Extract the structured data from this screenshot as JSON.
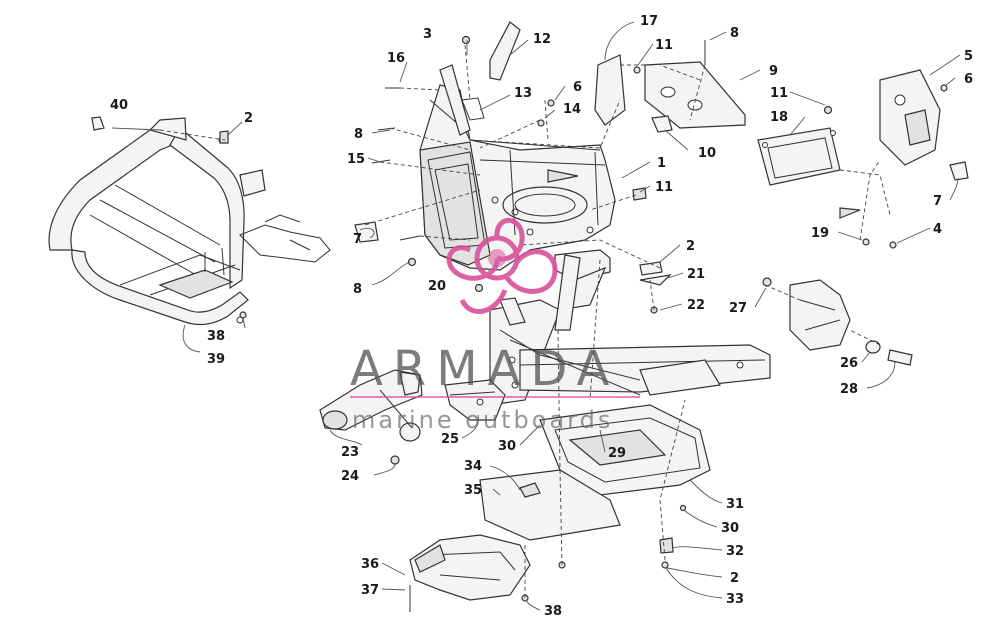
{
  "watermark": {
    "word": "ARMADA",
    "subtitle": "marine outboards",
    "logo_color": "#d9519a",
    "text_color": "#555555"
  },
  "callouts": [
    {
      "id": "40",
      "label": "40"
    },
    {
      "id": "2a",
      "label": "2"
    },
    {
      "id": "38a",
      "label": "38"
    },
    {
      "id": "39",
      "label": "39"
    },
    {
      "id": "3",
      "label": "3"
    },
    {
      "id": "16",
      "label": "16"
    },
    {
      "id": "12",
      "label": "12"
    },
    {
      "id": "13",
      "label": "13"
    },
    {
      "id": "6a",
      "label": "6"
    },
    {
      "id": "14",
      "label": "14"
    },
    {
      "id": "8a",
      "label": "8"
    },
    {
      "id": "15",
      "label": "15"
    },
    {
      "id": "7a",
      "label": "7"
    },
    {
      "id": "8b",
      "label": "8"
    },
    {
      "id": "20",
      "label": "20"
    },
    {
      "id": "17",
      "label": "17"
    },
    {
      "id": "11a",
      "label": "11"
    },
    {
      "id": "8c",
      "label": "8"
    },
    {
      "id": "9",
      "label": "9"
    },
    {
      "id": "10",
      "label": "10"
    },
    {
      "id": "1",
      "label": "1"
    },
    {
      "id": "11b",
      "label": "11"
    },
    {
      "id": "5",
      "label": "5"
    },
    {
      "id": "6b",
      "label": "6"
    },
    {
      "id": "11c",
      "label": "11"
    },
    {
      "id": "18",
      "label": "18"
    },
    {
      "id": "7b",
      "label": "7"
    },
    {
      "id": "19",
      "label": "19"
    },
    {
      "id": "4",
      "label": "4"
    },
    {
      "id": "2b",
      "label": "2"
    },
    {
      "id": "21",
      "label": "21"
    },
    {
      "id": "22",
      "label": "22"
    },
    {
      "id": "27",
      "label": "27"
    },
    {
      "id": "26",
      "label": "26"
    },
    {
      "id": "28",
      "label": "28"
    },
    {
      "id": "23",
      "label": "23"
    },
    {
      "id": "25",
      "label": "25"
    },
    {
      "id": "30a",
      "label": "30"
    },
    {
      "id": "29",
      "label": "29"
    },
    {
      "id": "24",
      "label": "24"
    },
    {
      "id": "34",
      "label": "34"
    },
    {
      "id": "35",
      "label": "35"
    },
    {
      "id": "31",
      "label": "31"
    },
    {
      "id": "30b",
      "label": "30"
    },
    {
      "id": "32",
      "label": "32"
    },
    {
      "id": "2c",
      "label": "2"
    },
    {
      "id": "36",
      "label": "36"
    },
    {
      "id": "37",
      "label": "37"
    },
    {
      "id": "38b",
      "label": "38"
    },
    {
      "id": "33",
      "label": "33"
    }
  ]
}
